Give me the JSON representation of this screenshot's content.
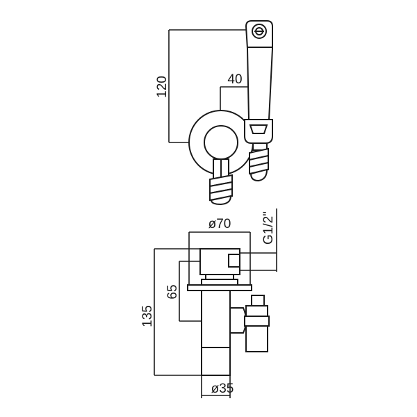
{
  "dimensions": {
    "height_120": "120",
    "width_40": "40",
    "diameter_70": "ø70",
    "thread": "G1/2\"",
    "height_65": "65",
    "height_135": "135",
    "diameter_35": "ø35"
  }
}
